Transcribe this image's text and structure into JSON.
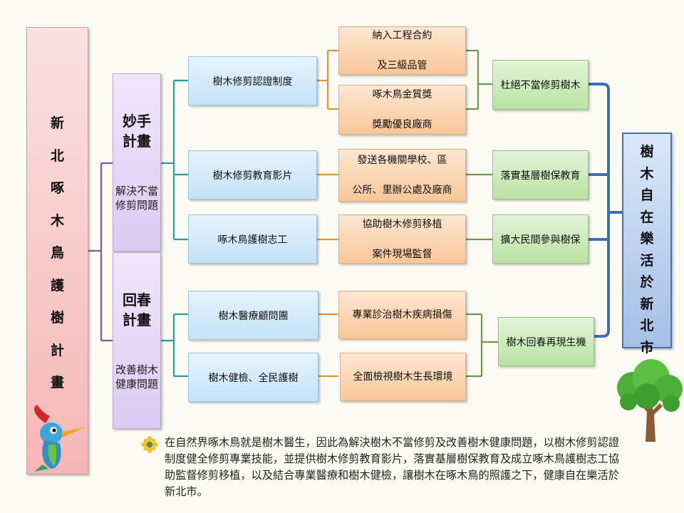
{
  "root": {
    "title": "新北啄木鳥護樹計畫"
  },
  "plans": [
    {
      "title": "妙手計畫",
      "desc": "解決不當修剪問題"
    },
    {
      "title": "回春計畫",
      "desc": "改善樹木健康問題"
    }
  ],
  "measures": [
    "樹木修剪認證制度",
    "樹木修剪教育影片",
    "啄木鳥護樹志工",
    "樹木醫療顧問團",
    "樹木健檢、全民護樹"
  ],
  "actions": [
    {
      "line1": "納入工程合約",
      "line2": "及三級品管"
    },
    {
      "line1": "啄木鳥金質獎",
      "line2": "獎勵優良廠商"
    },
    {
      "line1": "發送各機關學校、區",
      "line2": "公所、里辦公處及廠商"
    },
    {
      "line1": "協助樹木修剪移植",
      "line2": "案件現場監督"
    },
    {
      "line1": "專業診治樹木疾病損傷",
      "line2": ""
    },
    {
      "line1": "全面檢視樹木生長環境",
      "line2": ""
    }
  ],
  "outcomes": [
    "杜絕不當修剪樹木",
    "落實基層樹保教育",
    "擴大民間參與樹保",
    "樹木回春再現生機"
  ],
  "goal": {
    "title": "樹木自在樂活於新北市"
  },
  "note": {
    "text": "在自然界啄木鳥就是樹木醫生，因此為解決樹木不當修剪及改善樹木健康問題，以樹木修剪認證制度健全修剪專業技能，並提供樹木修剪教育影片，落實基層樹保教育及成立啄木鳥護樹志工協助監督修剪移植，以及結合專業醫療和樹木健檢，讓樹木在啄木鳥的照護之下，健康自在樂活於新北市。"
  },
  "colors": {
    "connector_purple": "#7a5aa6",
    "connector_teal": "#2e9a9a",
    "connector_orange": "#e0953a",
    "connector_green": "#6a9a4a",
    "brace_blue": "#3d6fb5"
  }
}
